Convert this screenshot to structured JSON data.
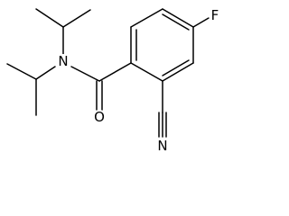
{
  "molecule": {
    "atoms": {
      "fluorine": "F",
      "nitrogen_amide": "N",
      "oxygen_carbonyl": "O",
      "nitrogen_nitrile": "N"
    },
    "colors": {
      "bond": "#000000",
      "label": "#000000",
      "background": "#ffffff"
    }
  }
}
